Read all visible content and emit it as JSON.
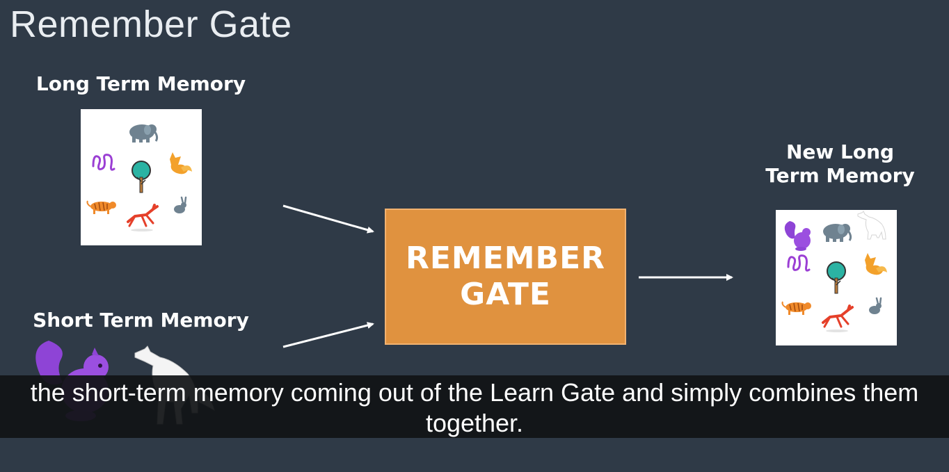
{
  "slide": {
    "title": "Remember Gate"
  },
  "labels": {
    "long_term_memory": "Long Term Memory",
    "short_term_memory": "Short Term Memory",
    "new_long_term_memory_line1": "New Long",
    "new_long_term_memory_line2": "Term Memory"
  },
  "gate": {
    "line1": "REMEMBER",
    "line2": "GATE",
    "color": "#e0923f"
  },
  "long_term_icons": [
    "elephant-icon",
    "snake-icon",
    "tree-icon",
    "fox-icon",
    "tiger-icon",
    "deer-icon",
    "rabbit-icon"
  ],
  "short_term_icons": [
    "squirrel-icon",
    "wolf-icon"
  ],
  "new_long_term_icons": [
    "squirrel-icon",
    "elephant-icon",
    "wolf-icon",
    "snake-icon",
    "tree-icon",
    "fox-icon",
    "tiger-icon",
    "deer-icon",
    "rabbit-icon"
  ],
  "caption": {
    "line1": "the short-term memory coming out of the Learn Gate and simply combines them",
    "line2": "together."
  }
}
